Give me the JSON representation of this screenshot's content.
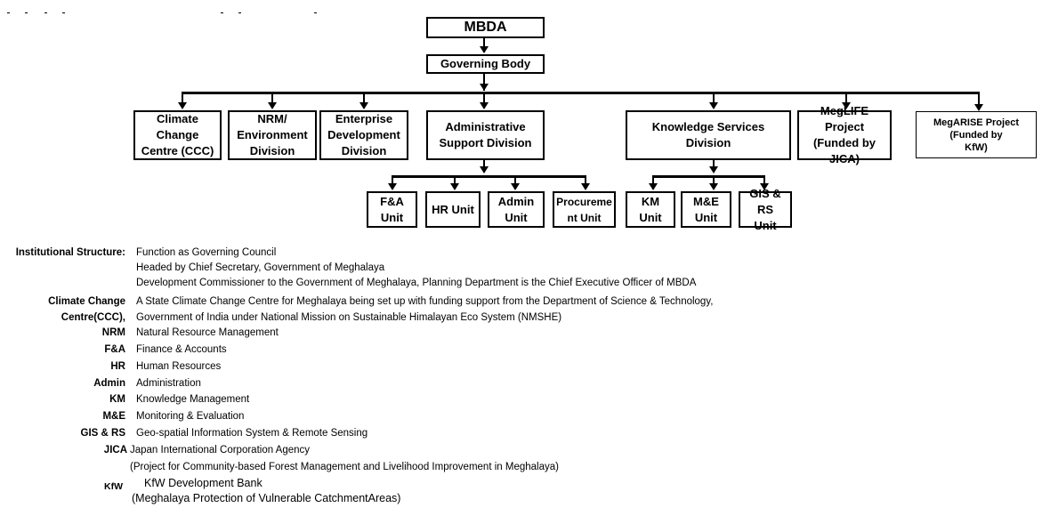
{
  "diagram": {
    "top": "MBDA",
    "governing_body": "Governing Body",
    "divisions": {
      "ccc": "Climate Change\nCentre (CCC)",
      "nrm": "NRM/\nEnvironment\nDivision",
      "enterprise": "Enterprise\nDevelopment\nDivision",
      "admin": "Administrative\nSupport Division",
      "knowledge": "Knowledge Services Division",
      "meglife": "MegLIFE Project\n(Funded by\nJICA)",
      "megarise": "MegARISE Project\n(Funded by\nKfW)"
    },
    "units": {
      "fa": "F&A\nUnit",
      "hr": "HR Unit",
      "adminunit": "Admin\nUnit",
      "procurement": "Procureme\nnt Unit",
      "km": "KM Unit",
      "me": "M&E\nUnit",
      "gis": "GIS & RS\nUnit"
    }
  },
  "legend": {
    "institutional": {
      "key": "Institutional Structure:",
      "lines": [
        "Function as Governing Council",
        "Headed by Chief Secretary, Government of Meghalaya",
        "Development Commissioner to the Government of Meghalaya, Planning Department is the Chief Executive Officer of MBDA"
      ]
    },
    "ccc": {
      "key1": "Climate Change",
      "key2": "Centre(CCC),",
      "line1": "A State Climate Change Centre for Meghalaya being set up with funding support from the Department of Science & Technology,",
      "line2": "Government of India under National Mission on Sustainable Himalayan Eco System (NMSHE)"
    },
    "nrm": {
      "key": "NRM",
      "val": "Natural Resource Management"
    },
    "fa": {
      "key": "F&A",
      "val": "Finance & Accounts"
    },
    "hr": {
      "key": "HR",
      "val": "Human Resources"
    },
    "admin": {
      "key": "Admin",
      "val": "Administration"
    },
    "km": {
      "key": "KM",
      "val": "Knowledge Management"
    },
    "me": {
      "key": "M&E",
      "val": "Monitoring & Evaluation"
    },
    "gis": {
      "key": "GIS & RS",
      "val": "Geo-spatial Information System & Remote Sensing"
    },
    "jica": {
      "key": "JICA",
      "val": "Japan International Corporation Agency",
      "val2": "(Project for Community-based Forest Management and Livelihood Improvement in Meghalaya)"
    },
    "kfw": {
      "key": "KfW",
      "val": "KfW Development Bank",
      "val2": "(Meghalaya Protection of Vulnerable CatchmentAreas)"
    }
  }
}
